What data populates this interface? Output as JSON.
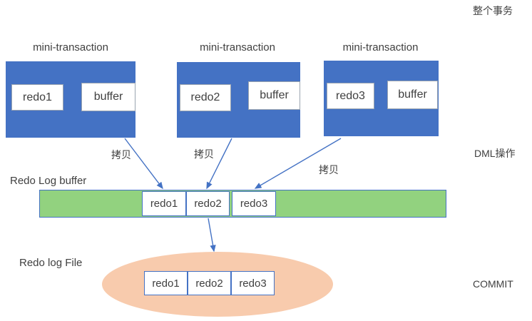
{
  "diagram": {
    "title_hidden": "",
    "mini_transactions": [
      {
        "title": "mini-transaction",
        "source_label": "redo1",
        "target_label": "buffer",
        "copy_label": "拷贝"
      },
      {
        "title": "mini-transaction",
        "source_label": "redo2",
        "target_label": "buffer",
        "copy_label": "拷贝"
      },
      {
        "title": "mini-transaction",
        "source_label": "redo3",
        "target_label": "buffer",
        "copy_label": "拷贝"
      }
    ],
    "redo_log_buffer": {
      "label": "Redo Log buffer",
      "cells": [
        "redo1",
        "redo2",
        "redo3"
      ]
    },
    "redo_log_file": {
      "label": "Redo log File",
      "cells": [
        "redo1",
        "redo2",
        "redo3"
      ]
    },
    "stage_labels": {
      "whole_transaction": "整个事务",
      "dml_operation": "DML操作",
      "commit": "COMMIT"
    },
    "colors": {
      "mini_transaction_fill": "#4472C4",
      "redo_buffer_fill": "#92D27F",
      "redo_file_fill": "#F8CBAD",
      "arrow_blue": "#4472C4",
      "arrow_red": "#FF0000",
      "box_border": "#4472C4",
      "text": "#404040",
      "background": "#FFFFFF"
    }
  }
}
